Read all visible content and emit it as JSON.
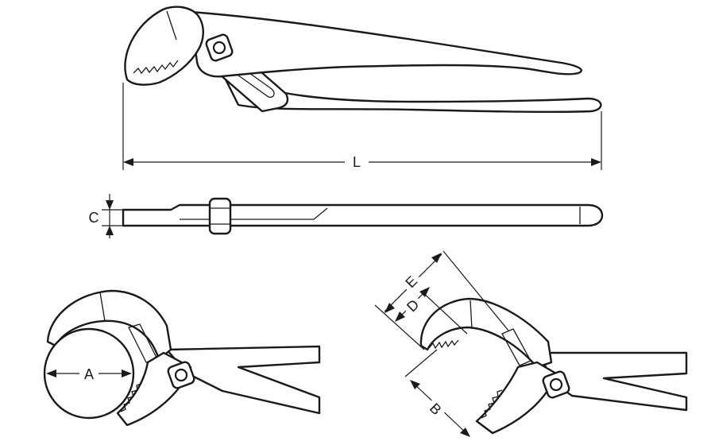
{
  "dimensions": {
    "length_label": "L",
    "thickness_label": "C",
    "pipe_capacity_label": "A",
    "jaw_depth_label": "B",
    "jaw_width_label": "D",
    "jaw_opening_label": "E"
  },
  "colors": {
    "line": "#1a1a1a",
    "background": "#ffffff"
  }
}
